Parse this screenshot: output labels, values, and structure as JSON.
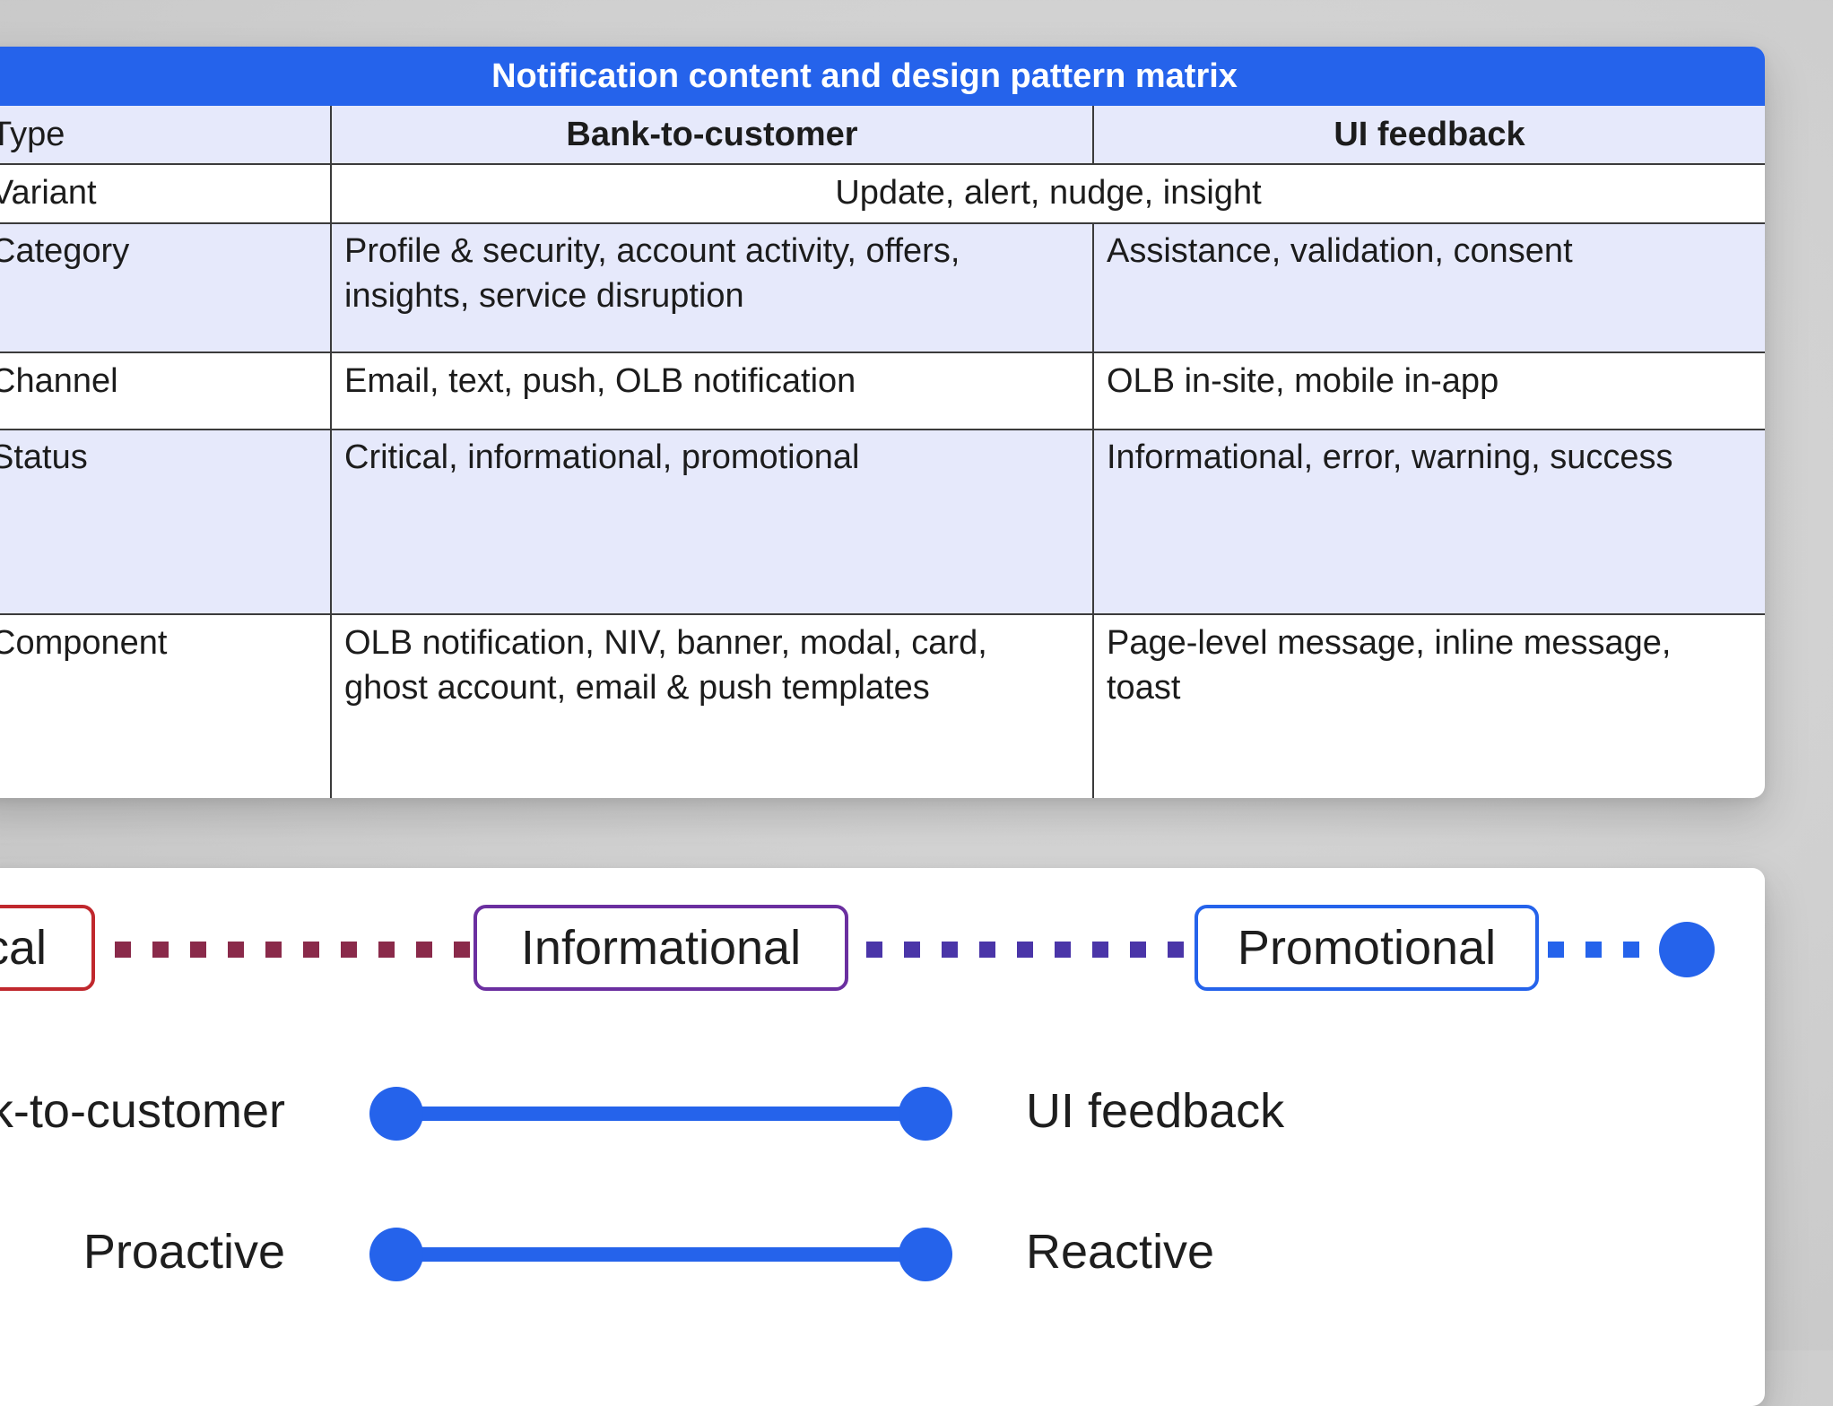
{
  "matrix": {
    "title": "Notification content and design pattern matrix",
    "header": {
      "label": "Type",
      "col1": "Bank-to-customer",
      "col2": "UI feedback"
    },
    "rows": [
      {
        "label": "Variant",
        "merged": "Update, alert, nudge, insight"
      },
      {
        "label": "Category",
        "col1": [
          "Profile & security, account activity, offers,",
          "insights, service disruption"
        ],
        "col2": [
          "Assistance, validation, consent"
        ]
      },
      {
        "label": "Channel",
        "col1": [
          "Email, text, push, OLB notification"
        ],
        "col2": [
          "OLB in-site, mobile in-app"
        ]
      },
      {
        "label": "Status",
        "col1": [
          "Critical, informational, promotional"
        ],
        "col2": [
          "Informational, error, warning, success"
        ]
      },
      {
        "label": "Component",
        "col1": [
          "OLB notification, NIV, banner, modal, card,",
          "ghost account, email & push templates"
        ],
        "col2": [
          "Page-level message, inline message,",
          "toast"
        ]
      }
    ]
  },
  "scale": {
    "status_pills": [
      "Critical",
      "Informational",
      "Promotional"
    ],
    "rows": [
      {
        "left": "Bank-to-customer",
        "right": "UI feedback"
      },
      {
        "left": "Proactive",
        "right": "Reactive"
      }
    ]
  },
  "colors": {
    "accent": "#2563eb",
    "header_row": "#e6e9fb",
    "critical": "#c0282d",
    "informational": "#6b2fa0",
    "promotional": "#2563eb",
    "dots_red": "#8a2a4a",
    "dots_purple": "#4a35a8"
  }
}
